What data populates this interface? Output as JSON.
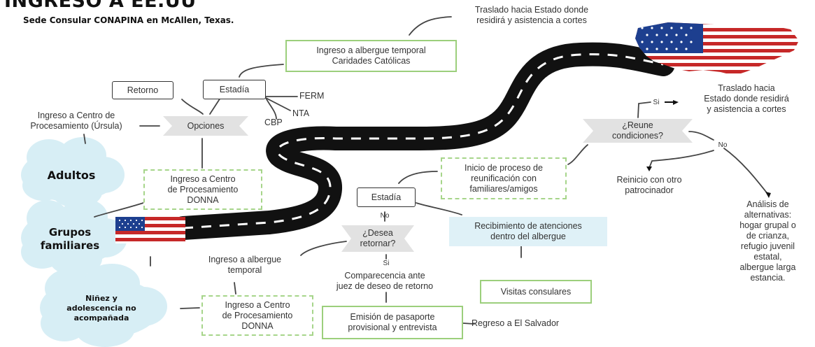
{
  "header": {
    "title": "INGRESO A EE.UU",
    "subtitle": "Sede Consular CONAPINA en McAllen, Texas."
  },
  "groups": {
    "adultos": "Adultos",
    "familias_1": "Grupos",
    "familias_2": "familiares",
    "ninez_1": "Niñez y",
    "ninez_2": "adolescencia no",
    "ninez_3": "acompañada"
  },
  "adultos_flow": {
    "centro_ursula_1": "Ingreso a Centro de",
    "centro_ursula_2": "Procesamiento (Úrsula)",
    "opciones": "Opciones",
    "retorno": "Retorno",
    "estadia": "Estadía",
    "ferm": "FERM",
    "nta": "NTA",
    "cbp": "CBP",
    "albergue_cc_1": "Ingreso a albergue temporal",
    "albergue_cc_2": "Caridades Católicas",
    "traslado_1": "Traslado hacia Estado donde",
    "traslado_2": "residirá y asistencia a cortes"
  },
  "familias_flow": {
    "donna_1": "Ingreso a Centro",
    "donna_2": "de Procesamiento",
    "donna_3": "DONNA"
  },
  "ninez_flow": {
    "albergue_1": "Ingreso a albergue",
    "albergue_2": "temporal",
    "donna_1": "Ingreso a Centro",
    "donna_2": "de Procesamiento",
    "donna_3": "DONNA",
    "estadia": "Estadía",
    "no": "No",
    "si": "Si",
    "desea_1": "¿Desea",
    "desea_2": "retornar?",
    "comparecencia_1": "Comparecencia ante",
    "comparecencia_2": "juez de deseo de retorno",
    "pasaporte_1": "Emisión de pasaporte",
    "pasaporte_2": "provisional y entrevista",
    "regreso": "Regreso a El Salvador",
    "atenciones_1": "Recibimiento de atenciones",
    "atenciones_2": "dentro del albergue",
    "visitas": "Visitas consulares",
    "reunificacion_1": "Inicio de proceso de",
    "reunificacion_2": "reunificación con",
    "reunificacion_3": "familiares/amigos",
    "reune_1": "¿Reune",
    "reune_2": "condiciones?",
    "no2": "No",
    "traslado_1": "Traslado hacia",
    "traslado_2": "Estado donde residirá",
    "traslado_3": "y asistencia a cortes",
    "reinicio_1": "Reinicio con otro",
    "reinicio_2": "patrocinador",
    "analisis_1": "Análisis de",
    "analisis_2": "alternativas:",
    "analisis_3": "hogar grupal o",
    "analisis_4": "de crianza,",
    "analisis_5": "refugio juvenil",
    "analisis_6": "estatal,",
    "analisis_7": "albergue larga",
    "analisis_8": "estancia."
  },
  "colors": {
    "green_border": "#9ccf7c",
    "cloud": "#d7eef5",
    "bowtie": "#e2e2e2",
    "road": "#111111",
    "flag_red": "#c62828",
    "flag_blue": "#1d3f8f"
  },
  "icons": [
    "us-flag-icon",
    "us-map-flag-icon",
    "road-icon",
    "arrow-right-icon"
  ]
}
